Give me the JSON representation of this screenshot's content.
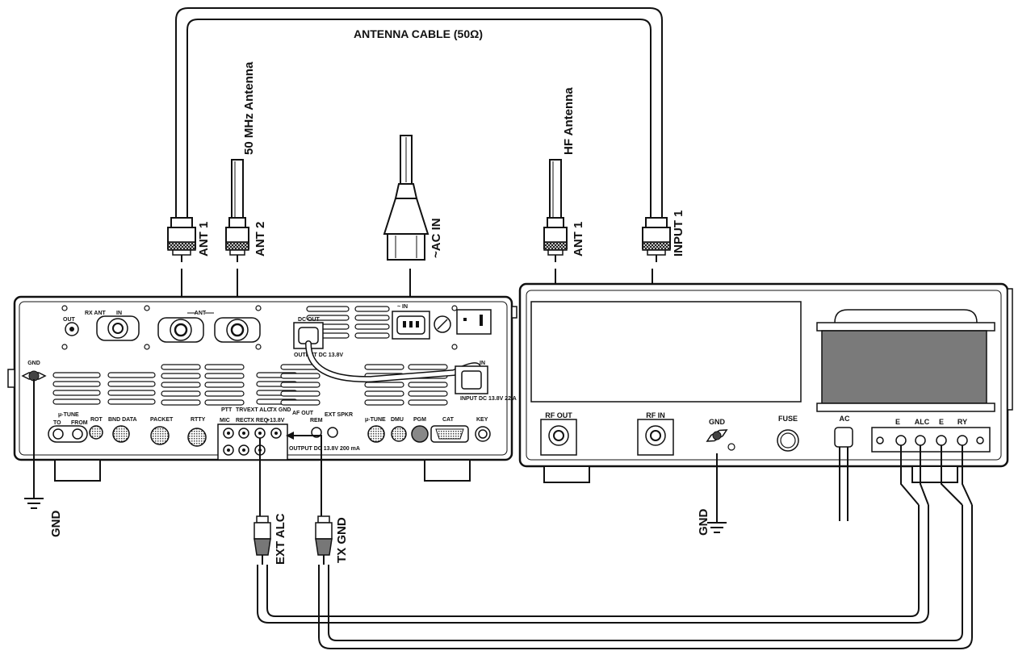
{
  "cable_label": "ANTENNA CABLE (50Ω)",
  "antennas": {
    "antenna_50mhz": "50 MHz Antenna",
    "hf_antenna": "HF Antenna"
  },
  "connector_labels": {
    "ant1": "ANT 1",
    "ant2": "ANT 2",
    "ac_in": "~AC IN",
    "amp_ant1": "ANT  1",
    "amp_input1": "INPUT  1",
    "ext_alc": "EXT ALC",
    "tx_gnd": "TX GND",
    "gnd_left": "GND",
    "gnd_right": "GND"
  },
  "transceiver_panel": {
    "rx_ant": "RX ANT",
    "in": "IN",
    "out": "OUT",
    "ant": "ANT",
    "gnd": "GND",
    "dc_out": "DC OUT",
    "output_note": "OUTPUT DC 13.8V",
    "input_note": "INPUT DC 13.8V 22 A",
    "in2": "IN",
    "tilde_in": "~ IN",
    "tune": "μ-TUNE",
    "to": "TO",
    "from": "FROM",
    "rot": "ROT",
    "band_data": "BND DATA",
    "packet": "PACKET",
    "rtty": "RTTY",
    "ptt": "PTT",
    "trv": "TRV",
    "ext_alc_small": "EXT ALC",
    "tx_gnd_small": "TX GND",
    "mic": "MIC",
    "rec": "REC",
    "txreq": "TX REQ",
    "v138": "+13.8V",
    "af_out": "AF OUT",
    "rem": "REM",
    "ext_spkr": "EXT SPKR",
    "dc_output": "OUTPUT DC 13.8V 200 mA",
    "tune2": "μ-TUNE",
    "dmu": "DMU",
    "pgm": "PGM",
    "cat": "CAT",
    "key": "KEY"
  },
  "amplifier_panel": {
    "rf_out": "RF OUT",
    "rf_in": "RF IN",
    "gnd": "GND",
    "fuse": "FUSE",
    "ac": "AC",
    "e1": "E",
    "alc": "ALC",
    "e2": "E",
    "ry": "RY"
  }
}
